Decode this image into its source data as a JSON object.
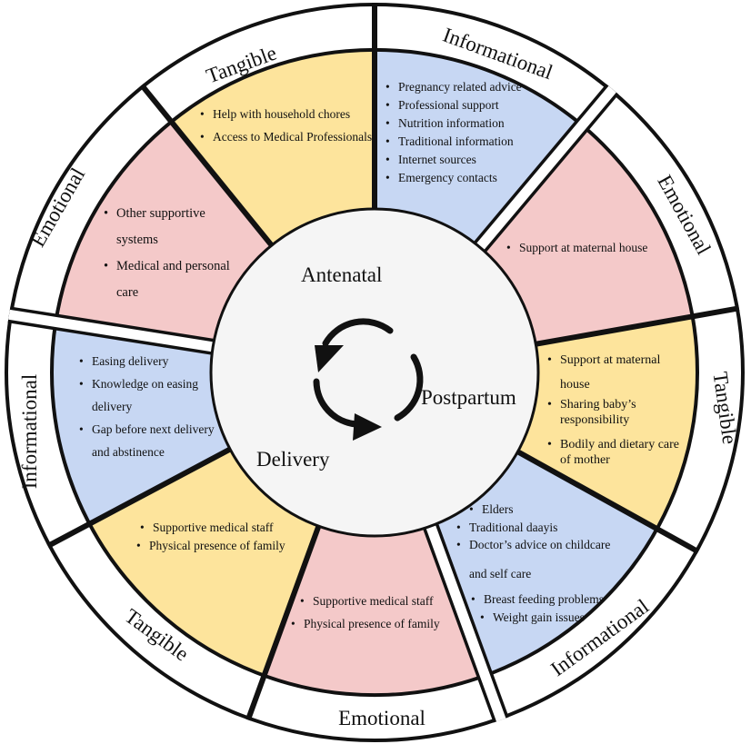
{
  "colors": {
    "informational": "#c7d7f3",
    "emotional": "#f4c9c9",
    "tangible": "#fde49c",
    "ring": "#ffffff",
    "center": "#f5f5f5",
    "line": "#111111"
  },
  "phases": {
    "antenatal": "Antenatal",
    "postpartum": "Postpartum",
    "delivery": "Delivery"
  },
  "ring_labels": {
    "tangible_antenatal": "Tangible",
    "informational_antenatal": "Informational",
    "emotional_antenatal": "Emotional",
    "emotional_postpartum": "Emotional",
    "tangible_postpartum": "Tangible",
    "informational_postpartum": "Informational",
    "emotional_delivery": "Emotional",
    "tangible_delivery": "Tangible",
    "informational_delivery": "Informational"
  },
  "sectors": {
    "tangible_antenatal": [
      "Help with household chores",
      "Access to Medical Professionals"
    ],
    "informational_antenatal": [
      "Pregnancy related advice",
      "Professional support",
      "Nutrition information",
      "Traditional information",
      "Internet sources",
      "Emergency contacts"
    ],
    "emotional_antenatal": [
      "Other supportive systems",
      "Medical and personal care"
    ],
    "emotional_postpartum": [
      "Support at maternal house"
    ],
    "tangible_postpartum": [
      "Support at maternal house",
      "Sharing baby’s responsibility",
      "Bodily and dietary care of mother"
    ],
    "informational_postpartum": [
      "Elders",
      "Traditional daayis",
      "Doctor’s advice on childcare and self care",
      "Breast feeding problems",
      "Weight gain issues"
    ],
    "emotional_delivery": [
      "Supportive medical staff",
      "Physical presence of family"
    ],
    "tangible_delivery": [
      "Supportive medical staff",
      "Physical presence of family"
    ],
    "informational_delivery": [
      "Easing delivery",
      "Knowledge on easing delivery",
      "Gap before next delivery and abstinence"
    ]
  }
}
